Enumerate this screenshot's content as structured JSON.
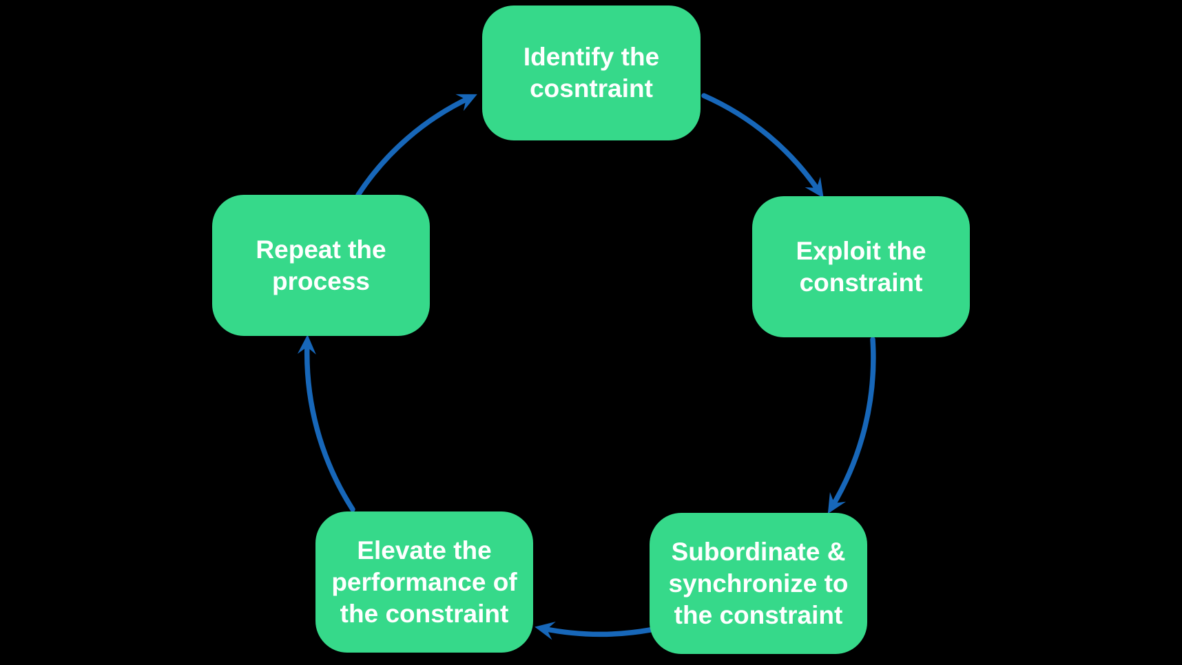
{
  "colors": {
    "bg": "#000000",
    "node": "#36d98a",
    "arrow": "#1767b9",
    "text": "#ffffff"
  },
  "diagram": {
    "type": "cycle",
    "direction": "clockwise",
    "nodes": {
      "identify": {
        "label": "Identify the cosntraint",
        "lines": [
          "Identify the",
          "cosntraint"
        ]
      },
      "exploit": {
        "label": "Exploit the constraint",
        "lines": [
          "Exploit the",
          "constraint"
        ]
      },
      "subordinate": {
        "label": "Subordinate & synchronize to the constraint",
        "lines": [
          "Subordinate &",
          "synchronize to",
          "the constraint"
        ]
      },
      "elevate": {
        "label": "Elevate the performance of the constraint",
        "lines": [
          "Elevate the",
          "performance of",
          "the constraint"
        ]
      },
      "repeat": {
        "label": "Repeat the process",
        "lines": [
          "Repeat the",
          "process"
        ]
      }
    },
    "edges": [
      {
        "from": "repeat",
        "to": "identify"
      },
      {
        "from": "identify",
        "to": "exploit"
      },
      {
        "from": "exploit",
        "to": "subordinate"
      },
      {
        "from": "subordinate",
        "to": "elevate"
      },
      {
        "from": "elevate",
        "to": "repeat"
      }
    ]
  }
}
